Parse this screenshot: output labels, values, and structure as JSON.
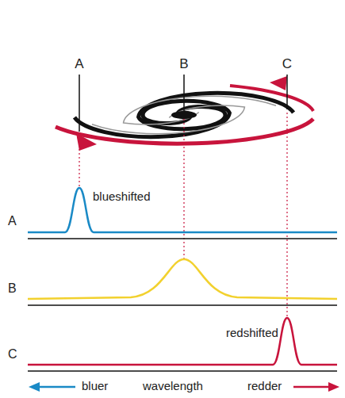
{
  "diagram": {
    "labels": [
      "A",
      "B",
      "C",
      "A",
      "blueshifted",
      "B",
      "C",
      "redshifted",
      "bluer",
      "wavelength",
      "redder"
    ]
  }
}
